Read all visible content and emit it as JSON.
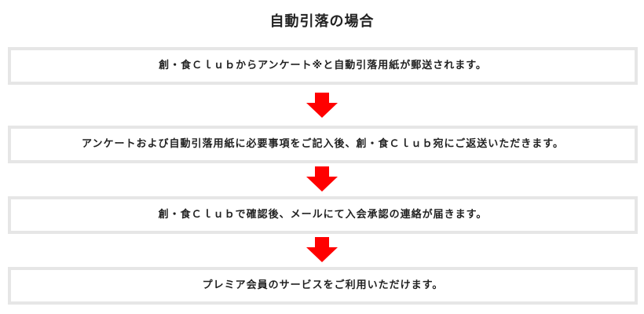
{
  "page": {
    "title": "自動引落の場合"
  },
  "steps": [
    {
      "text": "創・食Ｃｌｕｂからアンケート※と自動引落用紙が郵送されます。"
    },
    {
      "text": "アンケートおよび自動引落用紙に必要事項をご記入後、創・食Ｃｌｕｂ宛にご返送いただきます。"
    },
    {
      "text": "創・食Ｃｌｕｂで確認後、メールにて入会承認の連絡が届きます。"
    },
    {
      "text": "プレミア会員のサービスをご利用いただけます。"
    }
  ],
  "colors": {
    "arrow": "#ff0000",
    "box_border": "#e6e6e6",
    "text": "#222222"
  },
  "icons": {
    "arrow": "arrow-down-icon"
  }
}
